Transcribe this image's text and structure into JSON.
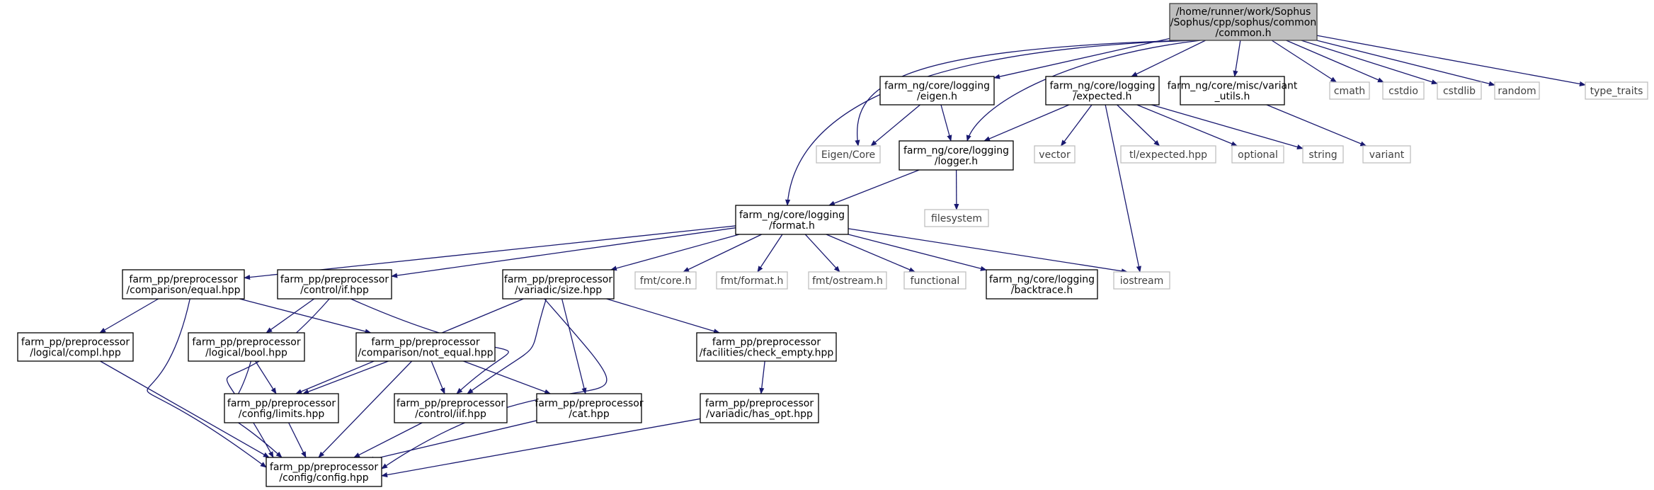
{
  "colors": {
    "edge": "#191970",
    "root_fill": "#bfbfbf",
    "ext_border": "#bfbfbf",
    "node_border": "#000000"
  },
  "nodes": {
    "common": {
      "lines": [
        "/home/runner/work/Sophus",
        "/Sophus/cpp/sophus/common",
        "/common.h"
      ],
      "kind": "root"
    },
    "eigen_h": {
      "lines": [
        "farm_ng/core/logging",
        "/eigen.h"
      ],
      "kind": "file"
    },
    "expected_h": {
      "lines": [
        "farm_ng/core/logging",
        "/expected.h"
      ],
      "kind": "file"
    },
    "variant_utils": {
      "lines": [
        "farm_ng/core/misc/variant",
        "_utils.h"
      ],
      "kind": "file"
    },
    "cmath": {
      "lines": [
        "cmath"
      ],
      "kind": "ext"
    },
    "cstdio": {
      "lines": [
        "cstdio"
      ],
      "kind": "ext"
    },
    "cstdlib": {
      "lines": [
        "cstdlib"
      ],
      "kind": "ext"
    },
    "random": {
      "lines": [
        "random"
      ],
      "kind": "ext"
    },
    "type_traits": {
      "lines": [
        "type_traits"
      ],
      "kind": "ext"
    },
    "eigen_core": {
      "lines": [
        "Eigen/Core"
      ],
      "kind": "ext"
    },
    "logger_h": {
      "lines": [
        "farm_ng/core/logging",
        "/logger.h"
      ],
      "kind": "file"
    },
    "vector": {
      "lines": [
        "vector"
      ],
      "kind": "ext"
    },
    "tl_expected": {
      "lines": [
        "tl/expected.hpp"
      ],
      "kind": "ext"
    },
    "optional": {
      "lines": [
        "optional"
      ],
      "kind": "ext"
    },
    "string": {
      "lines": [
        "string"
      ],
      "kind": "ext"
    },
    "variant": {
      "lines": [
        "variant"
      ],
      "kind": "ext"
    },
    "filesystem": {
      "lines": [
        "filesystem"
      ],
      "kind": "ext"
    },
    "format_h": {
      "lines": [
        "farm_ng/core/logging",
        "/format.h"
      ],
      "kind": "file"
    },
    "cmp_equal": {
      "lines": [
        "farm_pp/preprocessor",
        "/comparison/equal.hpp"
      ],
      "kind": "file"
    },
    "ctrl_if": {
      "lines": [
        "farm_pp/preprocessor",
        "/control/if.hpp"
      ],
      "kind": "file"
    },
    "var_size": {
      "lines": [
        "farm_pp/preprocessor",
        "/variadic/size.hpp"
      ],
      "kind": "file"
    },
    "fmt_core": {
      "lines": [
        "fmt/core.h"
      ],
      "kind": "ext"
    },
    "fmt_format": {
      "lines": [
        "fmt/format.h"
      ],
      "kind": "ext"
    },
    "fmt_ostream": {
      "lines": [
        "fmt/ostream.h"
      ],
      "kind": "ext"
    },
    "functional": {
      "lines": [
        "functional"
      ],
      "kind": "ext"
    },
    "backtrace_h": {
      "lines": [
        "farm_ng/core/logging",
        "/backtrace.h"
      ],
      "kind": "file"
    },
    "iostream": {
      "lines": [
        "iostream"
      ],
      "kind": "ext"
    },
    "log_compl": {
      "lines": [
        "farm_pp/preprocessor",
        "/logical/compl.hpp"
      ],
      "kind": "file"
    },
    "log_bool": {
      "lines": [
        "farm_pp/preprocessor",
        "/logical/bool.hpp"
      ],
      "kind": "file"
    },
    "cmp_not_equal": {
      "lines": [
        "farm_pp/preprocessor",
        "/comparison/not_equal.hpp"
      ],
      "kind": "file"
    },
    "check_empty": {
      "lines": [
        "farm_pp/preprocessor",
        "/facilities/check_empty.hpp"
      ],
      "kind": "file"
    },
    "cfg_limits": {
      "lines": [
        "farm_pp/preprocessor",
        "/config/limits.hpp"
      ],
      "kind": "file"
    },
    "ctrl_iif": {
      "lines": [
        "farm_pp/preprocessor",
        "/control/iif.hpp"
      ],
      "kind": "file"
    },
    "pp_cat": {
      "lines": [
        "farm_pp/preprocessor",
        "/cat.hpp"
      ],
      "kind": "file"
    },
    "has_opt": {
      "lines": [
        "farm_pp/preprocessor",
        "/variadic/has_opt.hpp"
      ],
      "kind": "file"
    },
    "cfg_config": {
      "lines": [
        "farm_pp/preprocessor",
        "/config/config.hpp"
      ],
      "kind": "file"
    }
  },
  "edges": [
    [
      "common",
      "eigen_h"
    ],
    [
      "common",
      "expected_h"
    ],
    [
      "common",
      "variant_utils"
    ],
    [
      "common",
      "cmath"
    ],
    [
      "common",
      "cstdio"
    ],
    [
      "common",
      "cstdlib"
    ],
    [
      "common",
      "random"
    ],
    [
      "common",
      "type_traits"
    ],
    [
      "common",
      "eigen_core"
    ],
    [
      "common",
      "logger_h"
    ],
    [
      "common",
      "format_h"
    ],
    [
      "eigen_h",
      "eigen_core"
    ],
    [
      "eigen_h",
      "logger_h"
    ],
    [
      "expected_h",
      "logger_h"
    ],
    [
      "expected_h",
      "vector"
    ],
    [
      "expected_h",
      "tl_expected"
    ],
    [
      "expected_h",
      "optional"
    ],
    [
      "expected_h",
      "string"
    ],
    [
      "expected_h",
      "iostream"
    ],
    [
      "variant_utils",
      "variant"
    ],
    [
      "logger_h",
      "format_h"
    ],
    [
      "logger_h",
      "filesystem"
    ],
    [
      "format_h",
      "cmp_equal"
    ],
    [
      "format_h",
      "ctrl_if"
    ],
    [
      "format_h",
      "var_size"
    ],
    [
      "format_h",
      "fmt_core"
    ],
    [
      "format_h",
      "fmt_format"
    ],
    [
      "format_h",
      "fmt_ostream"
    ],
    [
      "format_h",
      "functional"
    ],
    [
      "format_h",
      "backtrace_h"
    ],
    [
      "format_h",
      "iostream"
    ],
    [
      "cmp_equal",
      "log_compl"
    ],
    [
      "cmp_equal",
      "cmp_not_equal"
    ],
    [
      "cmp_equal",
      "cfg_config"
    ],
    [
      "ctrl_if",
      "log_bool"
    ],
    [
      "ctrl_if",
      "ctrl_iif"
    ],
    [
      "ctrl_if",
      "cfg_config"
    ],
    [
      "var_size",
      "cfg_limits"
    ],
    [
      "var_size",
      "ctrl_iif"
    ],
    [
      "var_size",
      "pp_cat"
    ],
    [
      "var_size",
      "check_empty"
    ],
    [
      "var_size",
      "cfg_config"
    ],
    [
      "log_compl",
      "cfg_config"
    ],
    [
      "log_bool",
      "cfg_limits"
    ],
    [
      "log_bool",
      "cfg_config"
    ],
    [
      "cmp_not_equal",
      "cfg_limits"
    ],
    [
      "cmp_not_equal",
      "ctrl_iif"
    ],
    [
      "cmp_not_equal",
      "pp_cat"
    ],
    [
      "cmp_not_equal",
      "cfg_config"
    ],
    [
      "check_empty",
      "has_opt"
    ],
    [
      "cfg_limits",
      "cfg_config"
    ],
    [
      "ctrl_iif",
      "cfg_config"
    ],
    [
      "pp_cat",
      "cfg_config"
    ],
    [
      "has_opt",
      "cfg_config"
    ]
  ]
}
